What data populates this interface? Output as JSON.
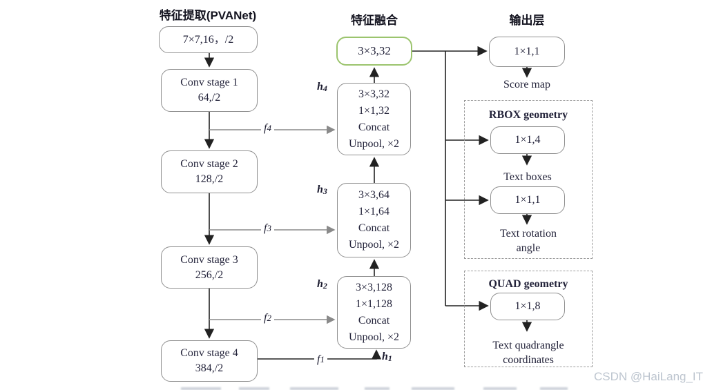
{
  "diagram": {
    "extract": {
      "title": "特征提取(PVANet)",
      "stem": "7×7,16，/2",
      "stages": [
        {
          "name": "Conv stage 1",
          "spec": "64,/2"
        },
        {
          "name": "Conv stage 2",
          "spec": "128,/2"
        },
        {
          "name": "Conv stage 3",
          "spec": "256,/2"
        },
        {
          "name": "Conv stage 4",
          "spec": "384,/2"
        }
      ],
      "branch_labels": [
        {
          "letter": "f",
          "digit": "4"
        },
        {
          "letter": "f",
          "digit": "3"
        },
        {
          "letter": "f",
          "digit": "2"
        },
        {
          "letter": "f",
          "digit": "1"
        }
      ]
    },
    "fusion": {
      "title": "特征融合",
      "merged": "3×3,32",
      "blocks": [
        {
          "tag_letter": "h",
          "tag_digit": "4",
          "lines": [
            "3×3,32",
            "1×1,32",
            "Concat",
            "Unpool, ×2"
          ]
        },
        {
          "tag_letter": "h",
          "tag_digit": "3",
          "lines": [
            "3×3,64",
            "1×1,64",
            "Concat",
            "Unpool, ×2"
          ]
        },
        {
          "tag_letter": "h",
          "tag_digit": "2",
          "lines": [
            "3×3,128",
            "1×1,128",
            "Concat",
            "Unpool, ×2"
          ]
        }
      ],
      "h1_label": {
        "letter": "h",
        "digit": "1"
      }
    },
    "output": {
      "title": "输出层",
      "score_box": "1×1,1",
      "score_caption": "Score map",
      "rbox": {
        "title": "RBOX geometry",
        "box1": "1×1,4",
        "caption1": "Text boxes",
        "box2": "1×1,1",
        "caption2_line1": "Text rotation",
        "caption2_line2": "angle"
      },
      "quad": {
        "title": "QUAD geometry",
        "box1": "1×1,8",
        "caption1_line1": "Text quadrangle",
        "caption1_line2": "coordinates"
      }
    },
    "watermark": "CSDN @HaiLang_IT",
    "colors": {
      "accent_green": "#9bc46d",
      "line": "#222222",
      "gray_line": "#8a8a8a",
      "dashed_border": "#9a9a9a",
      "text": "#23233a",
      "watermark": "#bdc5cf"
    }
  }
}
